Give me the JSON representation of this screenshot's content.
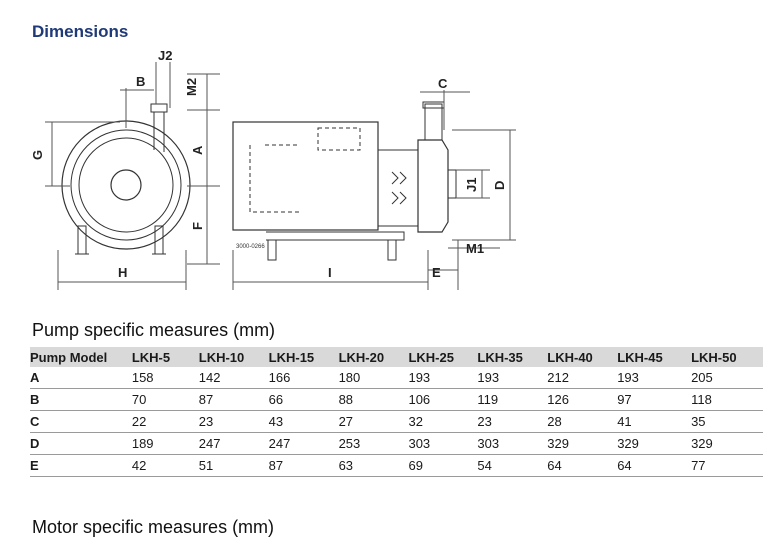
{
  "section_title": "Dimensions",
  "drawing": {
    "labels": {
      "J2": "J2",
      "B": "B",
      "M2": "M2",
      "G": "G",
      "A": "A",
      "F": "F",
      "H": "H",
      "C": "C",
      "D": "D",
      "J1": "J1",
      "M1": "M1",
      "E": "E",
      "I": "I"
    },
    "part_number": "3000-0266"
  },
  "table_title": "Pump specific measures (mm)",
  "table": {
    "headers": [
      "Pump Model",
      "LKH-5",
      "LKH-10",
      "LKH-15",
      "LKH-20",
      "LKH-25",
      "LKH-35",
      "LKH-40",
      "LKH-45",
      "LKH-50"
    ],
    "rows": [
      {
        "label": "A",
        "values": [
          "158",
          "142",
          "166",
          "180",
          "193",
          "193",
          "212",
          "193",
          "205"
        ]
      },
      {
        "label": "B",
        "values": [
          "70",
          "87",
          "66",
          "88",
          "106",
          "119",
          "126",
          "97",
          "118"
        ]
      },
      {
        "label": "C",
        "values": [
          "22",
          "23",
          "43",
          "27",
          "32",
          "23",
          "28",
          "41",
          "35"
        ]
      },
      {
        "label": "D",
        "values": [
          "189",
          "247",
          "247",
          "253",
          "303",
          "303",
          "329",
          "329",
          "329"
        ]
      },
      {
        "label": "E",
        "values": [
          "42",
          "51",
          "87",
          "63",
          "69",
          "54",
          "64",
          "64",
          "77"
        ]
      }
    ]
  },
  "next_section_title": "Motor specific measures (mm)"
}
